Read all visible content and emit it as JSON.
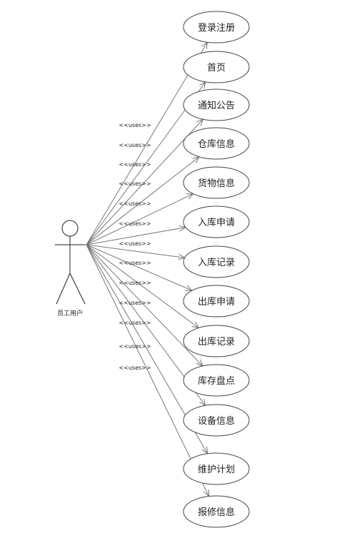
{
  "actor": {
    "label": "员工用户"
  },
  "relation_label": "<<uses>>",
  "use_cases": [
    {
      "label": "登录注册"
    },
    {
      "label": "首页"
    },
    {
      "label": "通知公告"
    },
    {
      "label": "仓库信息"
    },
    {
      "label": "货物信息"
    },
    {
      "label": "入库申请"
    },
    {
      "label": "入库记录"
    },
    {
      "label": "出库申请"
    },
    {
      "label": "出库记录"
    },
    {
      "label": "库存盘点"
    },
    {
      "label": "设备信息"
    },
    {
      "label": "维护计划"
    },
    {
      "label": "报修信息"
    }
  ]
}
